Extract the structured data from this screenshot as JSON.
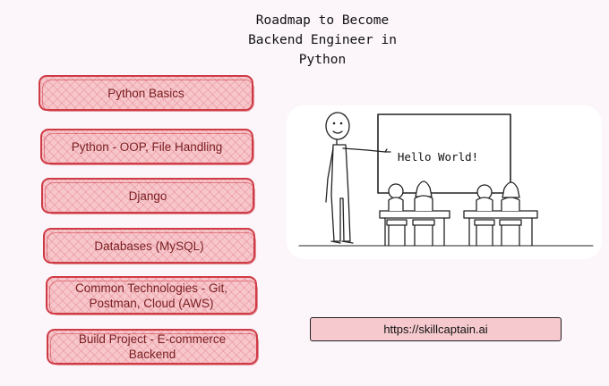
{
  "title": "Roadmap to Become\nBackend Engineer in\nPython",
  "steps": [
    "Python Basics",
    "Python - OOP, File Handling",
    "Django",
    "Databases (MySQL)",
    "Common Technologies - Git,\nPostman, Cloud (AWS)",
    "Build Project - E-commerce Backend"
  ],
  "illustration": {
    "board_text": "Hello World!"
  },
  "link": "https://skillcaptain.ai",
  "colors": {
    "background": "#fcf6fa",
    "step_fill": "#f6c6cb",
    "step_border": "#cf3b45",
    "step_text": "#7a1d20",
    "link_fill": "#f5c9ce"
  }
}
